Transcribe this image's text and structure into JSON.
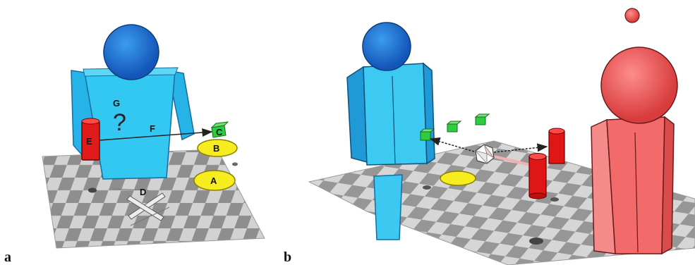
{
  "panels": [
    {
      "id": "a",
      "label": "a"
    },
    {
      "id": "b",
      "label": "b"
    }
  ],
  "panel_a": {
    "labels": {
      "A": "A",
      "B": "B",
      "C": "C",
      "D": "D",
      "E": "E",
      "F": "F",
      "G": "G",
      "question": "?"
    }
  },
  "colors": {
    "blue_figure": "#33c6f0",
    "blue_head": "#1e74d4",
    "red_figure": "#f26a6a",
    "yellow_disc": "#f5ec1e",
    "green_cube": "#2ecc40",
    "red_cylinder": "#e01515",
    "board_dark": "#8f8f8f",
    "board_light": "#cfcfcf"
  }
}
